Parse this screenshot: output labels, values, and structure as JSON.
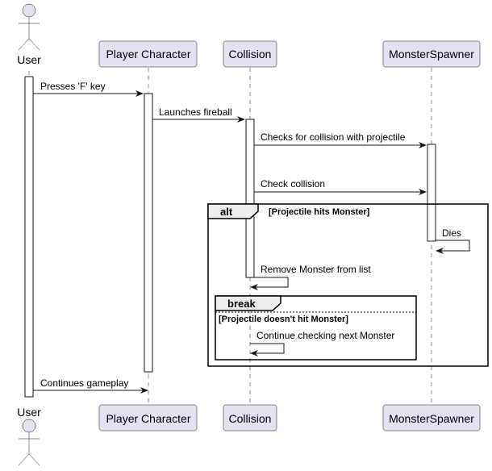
{
  "participants": {
    "user": "User",
    "player": "Player Character",
    "collision": "Collision",
    "spawner": "MonsterSpawner"
  },
  "messages": {
    "m1": "Presses 'F' key",
    "m2": "Launches fireball",
    "m3": "Checks for collision with projectile",
    "m4": "Check collision",
    "m5": "Dies",
    "m6": "Remove Monster from list",
    "m7": "Continue checking next Monster",
    "m8": "Continues gameplay"
  },
  "fragments": {
    "alt_keyword": "alt",
    "alt_condition": "[Projectile hits Monster]",
    "break_keyword": "break",
    "break_condition": "[Projectile doesn't hit Monster]"
  }
}
